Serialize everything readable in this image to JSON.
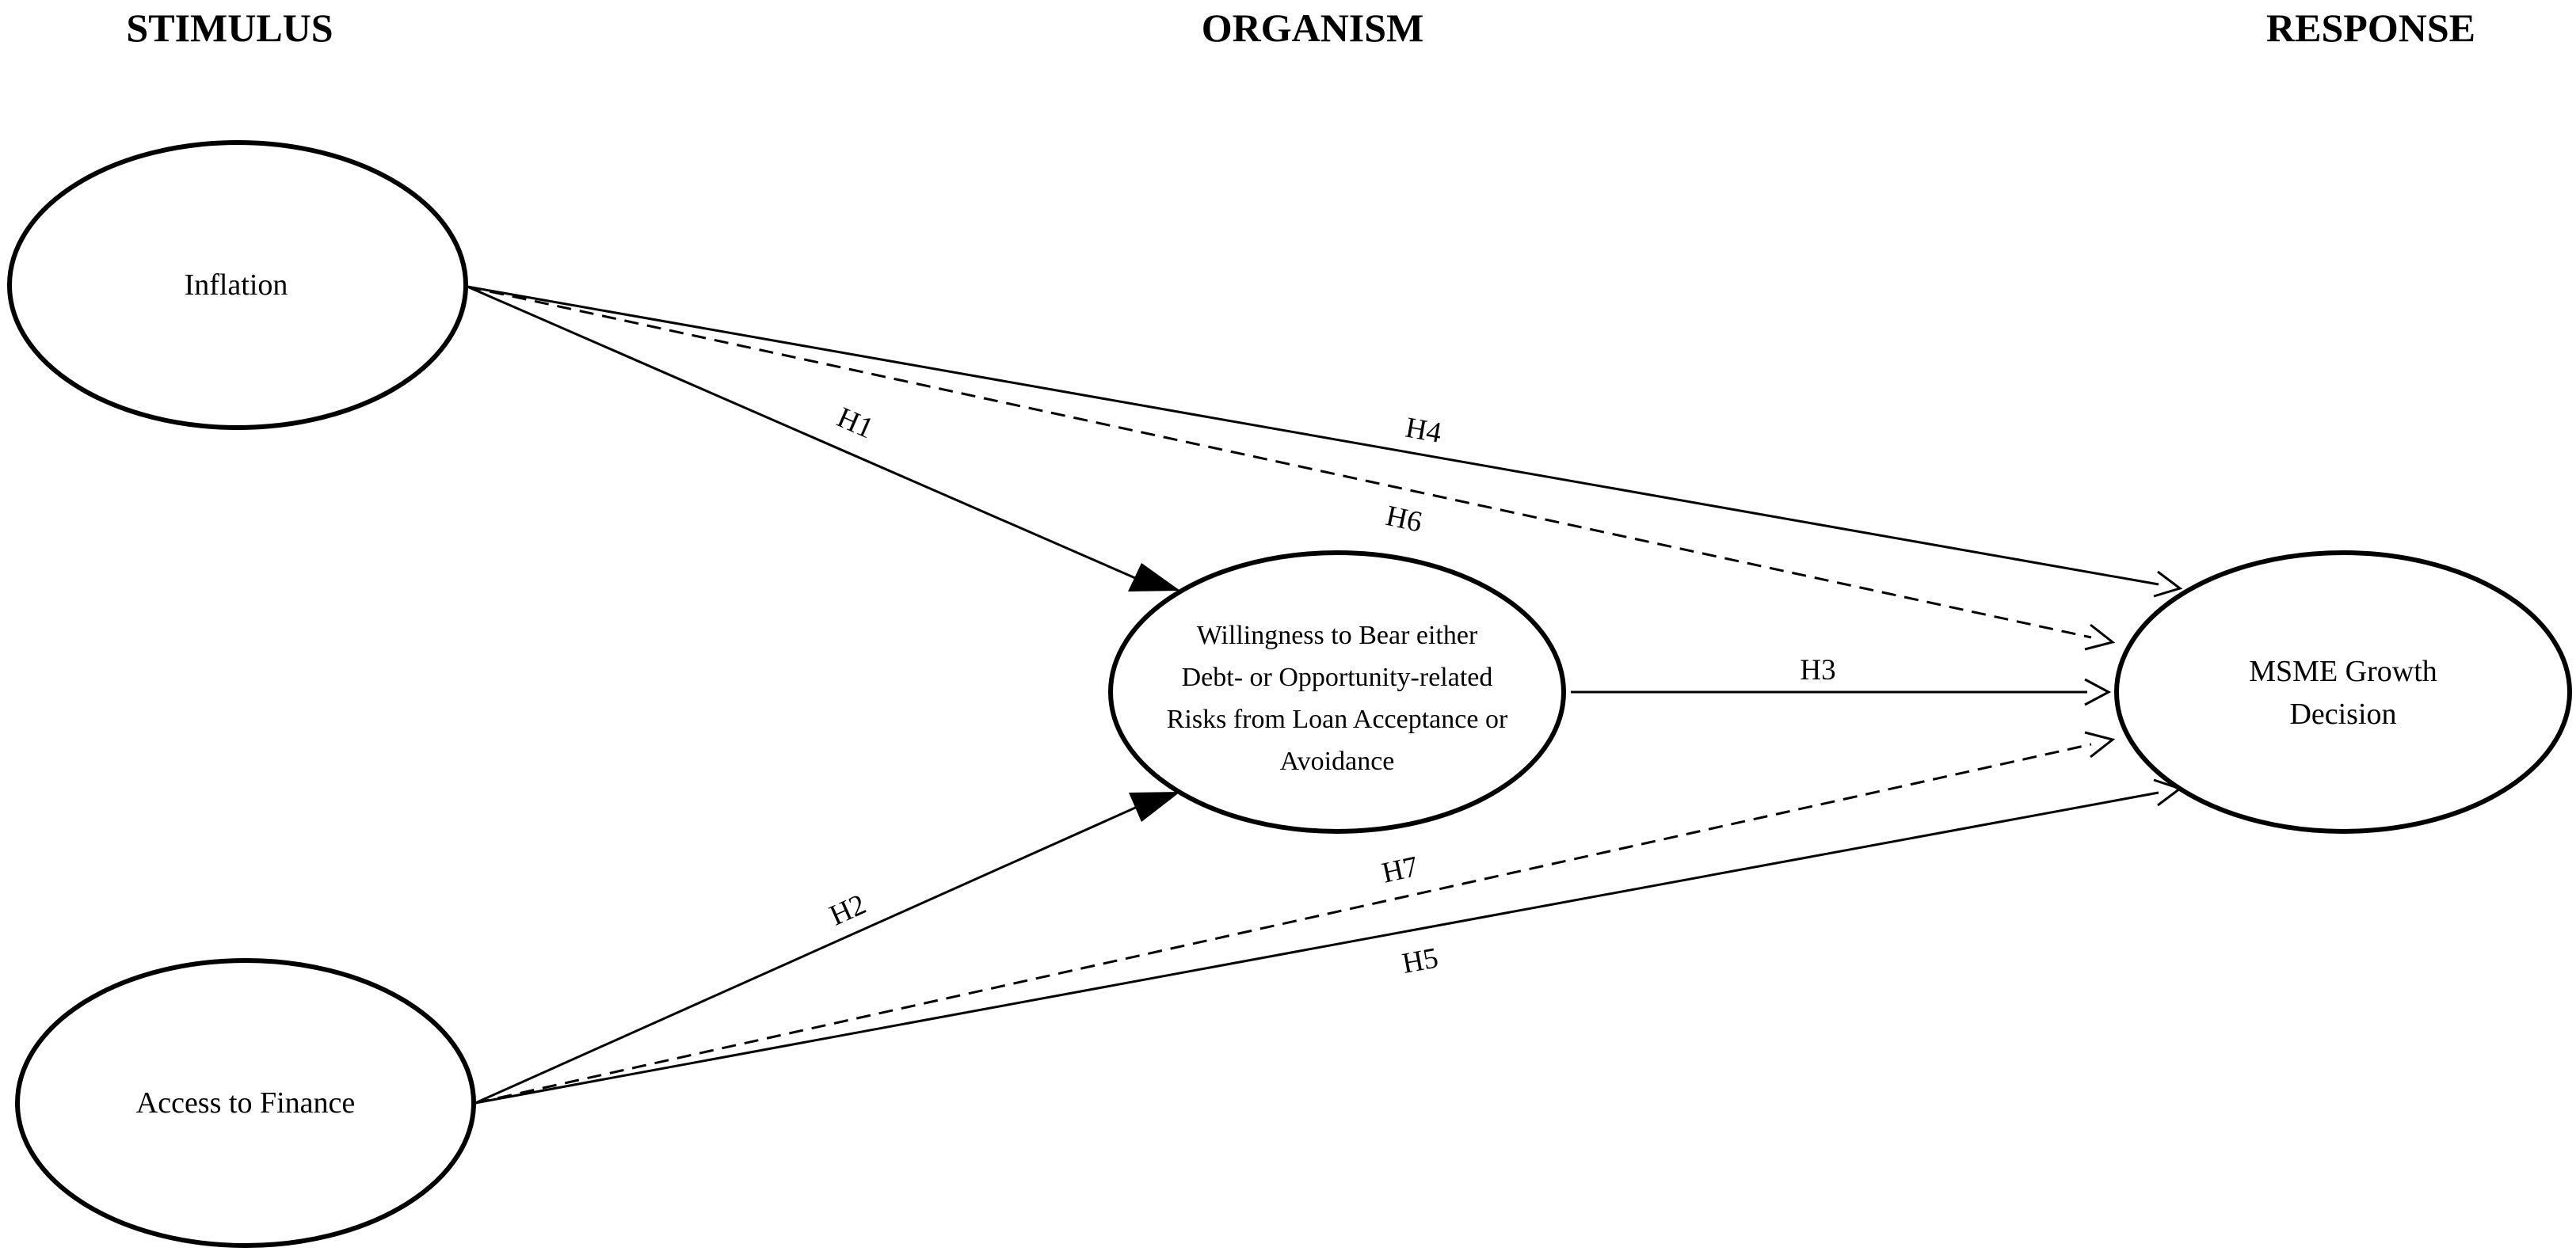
{
  "headers": {
    "stimulus": "STIMULUS",
    "organism": "ORGANISM",
    "response": "RESPONSE"
  },
  "nodes": {
    "inflation": {
      "label": "Inflation"
    },
    "access": {
      "label": "Access to Finance"
    },
    "willingness": {
      "lines": [
        "Willingness to Bear either",
        "Debt- or Opportunity-related",
        "Risks from Loan Acceptance or",
        "Avoidance"
      ]
    },
    "msme": {
      "lines": [
        "MSME Growth",
        "Decision"
      ]
    }
  },
  "edges": {
    "h1": {
      "label": "H1",
      "style": "solid"
    },
    "h2": {
      "label": "H2",
      "style": "solid"
    },
    "h3": {
      "label": "H3",
      "style": "solid"
    },
    "h4": {
      "label": "H4",
      "style": "solid"
    },
    "h5": {
      "label": "H5",
      "style": "solid"
    },
    "h6": {
      "label": "H6",
      "style": "dashed"
    },
    "h7": {
      "label": "H7",
      "style": "dashed"
    }
  },
  "colors": {
    "stroke": "#000000",
    "background": "#ffffff"
  }
}
